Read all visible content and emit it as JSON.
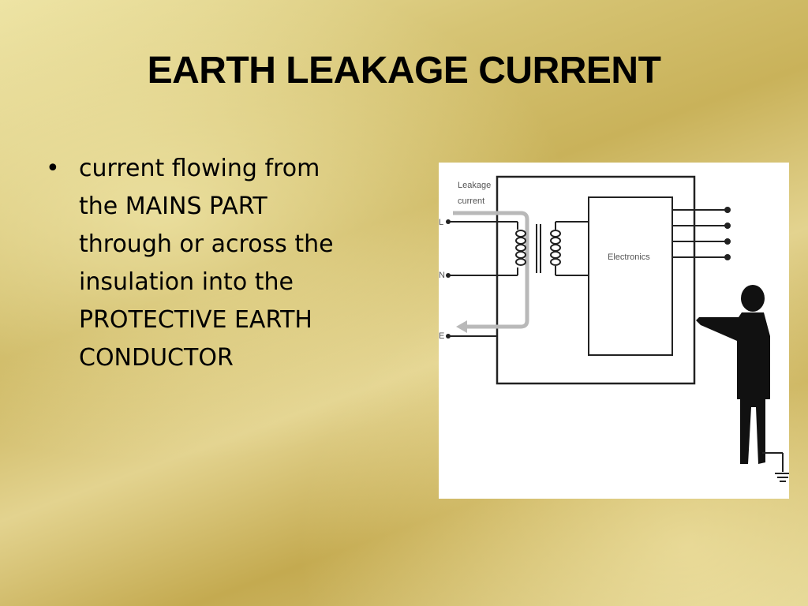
{
  "slide": {
    "title": "EARTH LEAKAGE CURRENT",
    "bullet_symbol": "•",
    "bullet_text": "current flowing from\nthe MAINS PART\nthrough or across the\ninsulation into the\nPROTECTIVE EARTH\nCONDUCTOR"
  },
  "diagram": {
    "leakage_label_line1": "Leakage",
    "leakage_label_line2": "current",
    "terminal_l": "L",
    "terminal_n": "N",
    "terminal_e": "E",
    "box_label": "Electronics",
    "arrow_color": "#b9b9b9",
    "line_color": "#222222"
  }
}
